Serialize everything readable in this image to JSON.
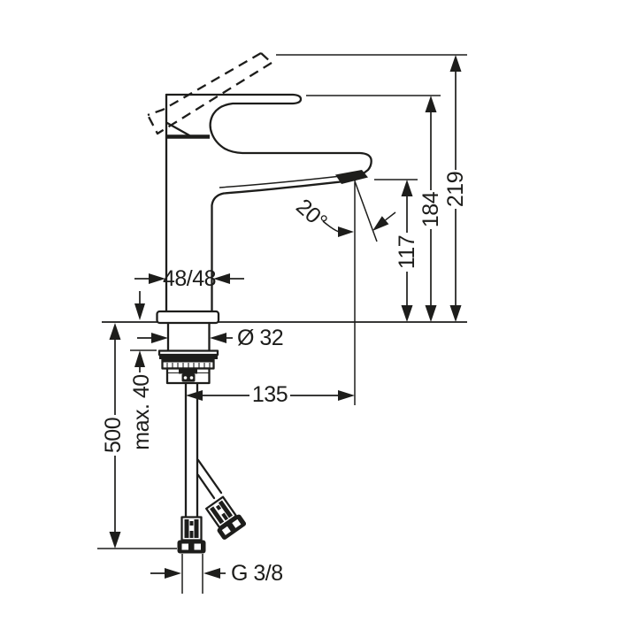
{
  "colors": {
    "ink": "#1d1d1b",
    "paper": "#ffffff"
  },
  "dimensions": {
    "overall_height": "219",
    "handle_height": "184",
    "spout_height": "117",
    "spout_reach": "135",
    "body_cross_section": "48/48",
    "shank_diameter": "Ø 32",
    "max_mounting_thickness": "max. 40",
    "hose_length": "500",
    "connection_thread": "G 3/8",
    "spray_angle": "20°"
  }
}
